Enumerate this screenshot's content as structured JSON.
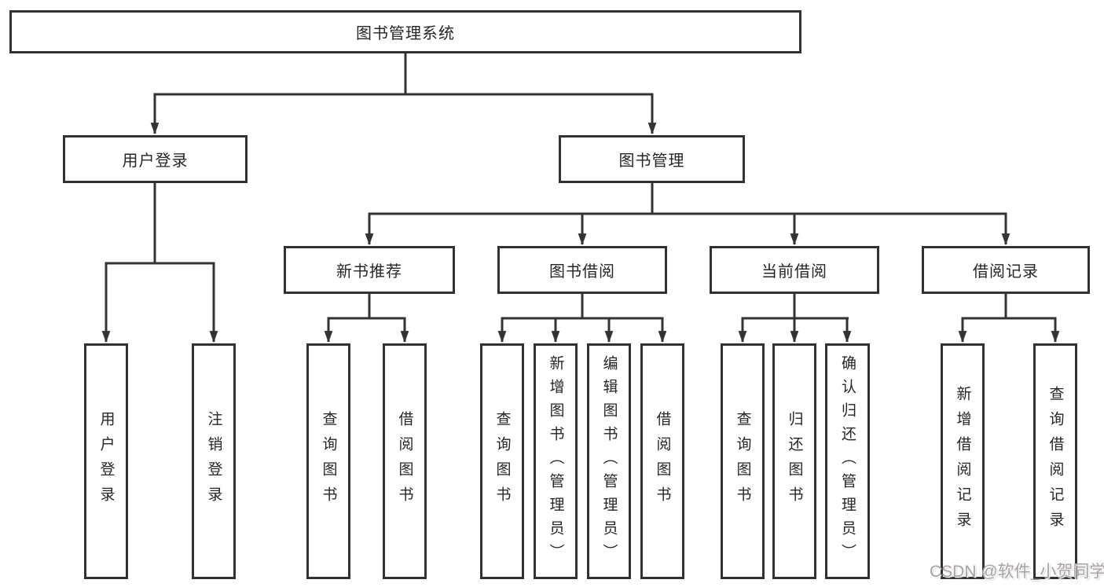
{
  "diagram": {
    "root": "图书管理系统",
    "level2": [
      {
        "label": "用户登录",
        "children": [
          "用户登录",
          "注销登录"
        ]
      },
      {
        "label": "图书管理",
        "children": [
          {
            "label": "新书推荐",
            "children": [
              "查询图书",
              "借阅图书"
            ]
          },
          {
            "label": "图书借阅",
            "children": [
              "查询图书",
              "新增图书（管理员）",
              "编辑图书（管理员）",
              "借阅图书"
            ]
          },
          {
            "label": "当前借阅",
            "children": [
              "查询图书",
              "归还图书",
              "确认归还（管理员）"
            ]
          },
          {
            "label": "借阅记录",
            "children": [
              "新增借阅记录",
              "查询借阅记录"
            ]
          }
        ]
      }
    ]
  },
  "watermark": {
    "text": "CSDN @软件_小贺同学"
  },
  "colors": {
    "line": "#333333",
    "box_border": "#323232",
    "text": "#262626",
    "watermark": "#a8a2a2",
    "background": "#ffffff"
  }
}
